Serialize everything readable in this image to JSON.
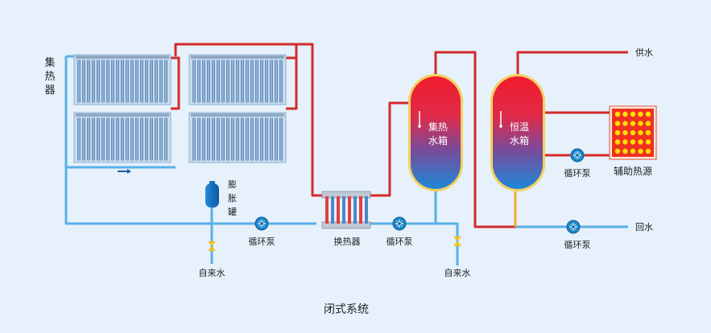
{
  "labels": {
    "collector": [
      "集",
      "热",
      "器"
    ],
    "expansion_tank": [
      "膨",
      "胀",
      "罐"
    ],
    "pump_1": "循环泵",
    "pump_2": "循环泵",
    "pump_3": "循环泵",
    "pump_4": "循环泵",
    "heat_exchanger": "换热器",
    "tap_water_1": "自来水",
    "tap_water_2": "自来水",
    "tank_1": [
      "集热",
      "水箱"
    ],
    "tank_2": [
      "恒温",
      "水箱"
    ],
    "supply_water": "供水",
    "return_water": "回水",
    "aux_heat_source": "辅助热源",
    "caption": "闭式系统"
  },
  "colors": {
    "background": "#e6f1fb",
    "hot_pipe": "#d42a2a",
    "cold_pipe": "#5ab0e6",
    "tank_top": "#e8203a",
    "tank_bottom": "#1e88d8",
    "tank_rim": "#f3d060",
    "valve": "#f0c020",
    "pump": "#1b86c8",
    "aux_heater": "#f03020",
    "aux_heater_dot": "#ffe000",
    "solar_panel": "#6a9ac8"
  },
  "icons": [
    "solar-collector-icon",
    "expansion-tank-icon",
    "pump-icon",
    "valve-icon",
    "heat-exchanger-icon",
    "thermometer-icon",
    "aux-heater-icon",
    "arrow-icon"
  ]
}
